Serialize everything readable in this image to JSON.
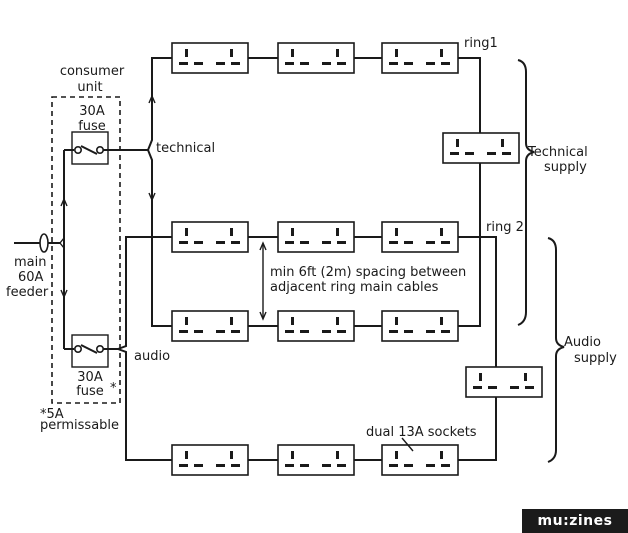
{
  "labels": {
    "consumer_unit_line1": "consumer",
    "consumer_unit_line2": "unit",
    "fuse_top_line1": "30A",
    "fuse_top_line2": "fuse",
    "fuse_bottom_line1": "30A",
    "fuse_bottom_line2": "fuse",
    "fuse_bottom_mark": "*",
    "technical": "technical",
    "audio": "audio",
    "ring1": "ring1",
    "ring2": "ring 2",
    "technical_supply_line1": "Technical",
    "technical_supply_line2": "supply",
    "audio_supply_line1": "Audio",
    "audio_supply_line2": "supply",
    "feeder_line1": "main",
    "feeder_line2": "60A",
    "feeder_line3": "feeder",
    "footnote_line1": "*5A",
    "footnote_line2": "permissable",
    "spacing_line1": "min 6ft (2m) spacing between",
    "spacing_line2": "adjacent ring main cables",
    "sockets": "dual 13A sockets"
  },
  "logo": "mu:zines"
}
